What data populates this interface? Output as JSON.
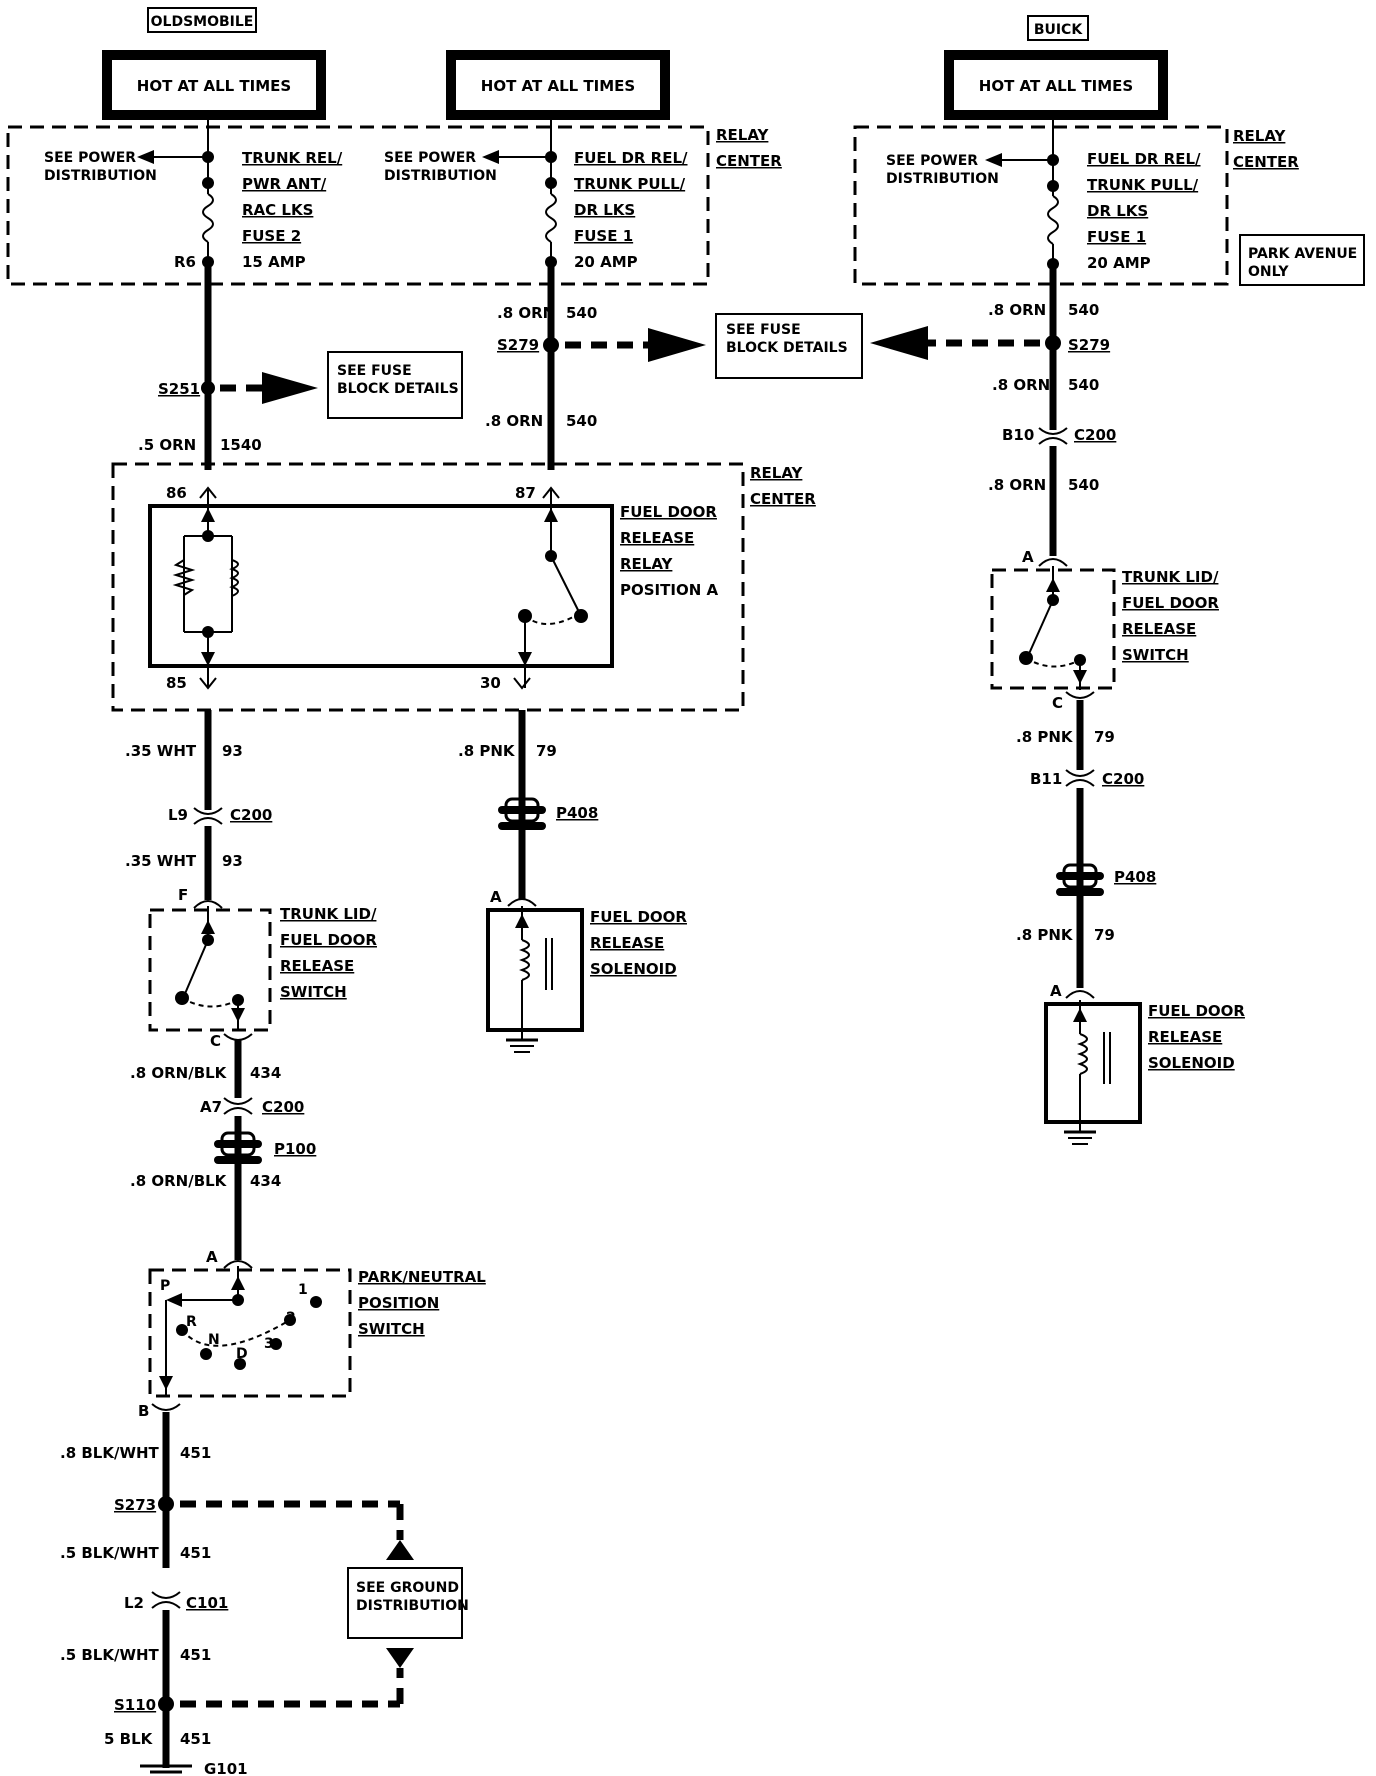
{
  "headers": {
    "oldsmobile": "OLDSMOBILE",
    "buick": "BUICK",
    "hot_left": "HOT AT ALL TIMES",
    "hot_mid": "HOT AT ALL TIMES",
    "hot_right": "HOT AT ALL TIMES"
  },
  "relay_center": {
    "l1": "RELAY",
    "l2": "CENTER"
  },
  "fuses": {
    "left": {
      "power": [
        "SEE POWER",
        "DISTRIBUTION"
      ],
      "name": [
        "TRUNK REL/",
        "PWR ANT/",
        "RAC LKS",
        "FUSE 2",
        "15 AMP"
      ],
      "pin": "R6"
    },
    "mid": {
      "power": [
        "SEE POWER",
        "DISTRIBUTION"
      ],
      "name": [
        "FUEL DR REL/",
        "TRUNK PULL/",
        "DR LKS",
        "FUSE 1",
        "20 AMP"
      ]
    },
    "right": {
      "power": [
        "SEE POWER",
        "DISTRIBUTION"
      ],
      "name": [
        "FUEL DR REL/",
        "TRUNK PULL/",
        "DR LKS",
        "FUSE 1",
        "20 AMP"
      ]
    }
  },
  "park_avenue": [
    "PARK AVENUE",
    "ONLY"
  ],
  "fuse_block": [
    "SEE FUSE",
    "BLOCK DETAILS"
  ],
  "ground_dist": [
    "SEE GROUND",
    "DISTRIBUTION"
  ],
  "relay": {
    "label": [
      "FUEL DOOR",
      "RELEASE",
      "RELAY",
      "POSITION A"
    ],
    "pin86": "86",
    "pin87": "87",
    "pin85": "85",
    "pin30": "30"
  },
  "switch_label": [
    "TRUNK LID/",
    "FUEL DOOR",
    "RELEASE",
    "SWITCH"
  ],
  "solenoid_label": [
    "FUEL DOOR",
    "RELEASE",
    "SOLENOID"
  ],
  "pns_label": [
    "PARK/NEUTRAL",
    "POSITION",
    "SWITCH"
  ],
  "pns_positions": {
    "p": "P",
    "r": "R",
    "n": "N",
    "d": "D",
    "three": "3",
    "two": "2",
    "one": "1"
  },
  "wires": {
    "w1540": [
      ".5 ORN",
      "1540"
    ],
    "w540a": [
      ".8 ORN",
      "540"
    ],
    "w540b": [
      ".8 ORN",
      "540"
    ],
    "w93a": [
      ".35 WHT",
      "93"
    ],
    "w93b": [
      ".35 WHT",
      "93"
    ],
    "w79a": [
      ".8 PNK",
      "79"
    ],
    "w434a": [
      ".8 ORN/BLK",
      "434"
    ],
    "w434b": [
      ".8 ORN/BLK",
      "434"
    ],
    "w451a": [
      ".8 BLK/WHT",
      "451"
    ],
    "w451b": [
      ".5 BLK/WHT",
      "451"
    ],
    "w451c": [
      ".5 BLK/WHT",
      "451"
    ],
    "w451d": [
      "5 BLK",
      "451"
    ],
    "r540a": [
      ".8 ORN",
      "540"
    ],
    "r540b": [
      ".8 ORN",
      "540"
    ],
    "r540c": [
      ".8 ORN",
      "540"
    ],
    "r79a": [
      ".8 PNK",
      "79"
    ],
    "r79b": [
      ".8 PNK",
      "79"
    ]
  },
  "splices": {
    "s251": "S251",
    "s279": "S279",
    "s279r": "S279",
    "s273": "S273",
    "s110": "S110",
    "g101": "G101"
  },
  "connectors": {
    "l9": "L9",
    "c200a": "C200",
    "f": "F",
    "c_sw": "C",
    "a7": "A7",
    "c200b": "C200",
    "p100": "P100",
    "a_pns": "A",
    "b_pns": "B",
    "l2": "L2",
    "c101": "C101",
    "p408": "P408",
    "a_sol": "A",
    "b10": "B10",
    "c200r": "C200",
    "a_rsw": "A",
    "c_rsw": "C",
    "b11": "B11",
    "c200r2": "C200",
    "p408r": "P408",
    "a_rsol": "A"
  }
}
